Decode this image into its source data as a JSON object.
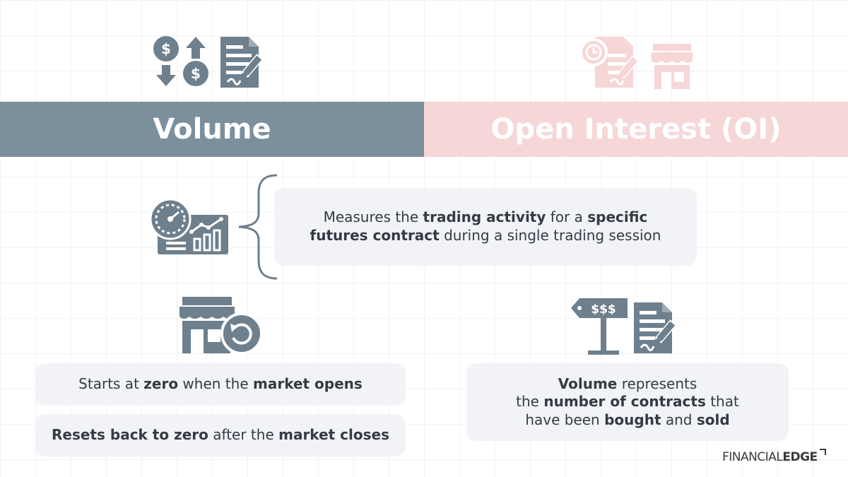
{
  "colors": {
    "volume": "#7c8f9c",
    "open_interest": "#f6d6d6",
    "icon_gray": "#6e7f8d",
    "icon_pink": "#f6d6d6",
    "card_bg": "#f2f3f6",
    "text": "#333b44"
  },
  "tabs": {
    "volume": "Volume",
    "open_interest": "Open Interest (OI)"
  },
  "definition": {
    "line1": [
      {
        "t": "Measures the ",
        "b": false
      },
      {
        "t": "trading activity",
        "b": true
      },
      {
        "t": " for a ",
        "b": false
      },
      {
        "t": "specific",
        "b": true
      }
    ],
    "line2": [
      {
        "t": "futures contract",
        "b": true
      },
      {
        "t": " during a single trading session",
        "b": false
      }
    ]
  },
  "point_one": [
    {
      "t": "Starts at ",
      "b": false
    },
    {
      "t": "zero",
      "b": true
    },
    {
      "t": " when the ",
      "b": false
    },
    {
      "t": "market opens",
      "b": true
    }
  ],
  "point_two": [
    {
      "t": "Resets back to zero",
      "b": true
    },
    {
      "t": " after the ",
      "b": false
    },
    {
      "t": "market closes",
      "b": true
    }
  ],
  "represents": {
    "line1": [
      {
        "t": "Volume",
        "b": true
      },
      {
        "t": " represents",
        "b": false
      }
    ],
    "line2": [
      {
        "t": "the ",
        "b": false
      },
      {
        "t": "number of contracts",
        "b": true
      },
      {
        "t": " that",
        "b": false
      }
    ],
    "line3": [
      {
        "t": "have been ",
        "b": false
      },
      {
        "t": "bought",
        "b": true
      },
      {
        "t": " and ",
        "b": false
      },
      {
        "t": "sold",
        "b": true
      }
    ]
  },
  "signpost_label": "$$$",
  "coin_label": "$",
  "brand": {
    "part1": "FINANCIAL",
    "part2": "EDGE"
  },
  "icons": [
    "dollar-exchange-icon",
    "contract-document-icon",
    "clock-document-icon",
    "storefront-icon",
    "gauge-chart-icon",
    "curly-brace",
    "store-reset-icon",
    "price-signpost-icon",
    "signed-document-icon"
  ]
}
